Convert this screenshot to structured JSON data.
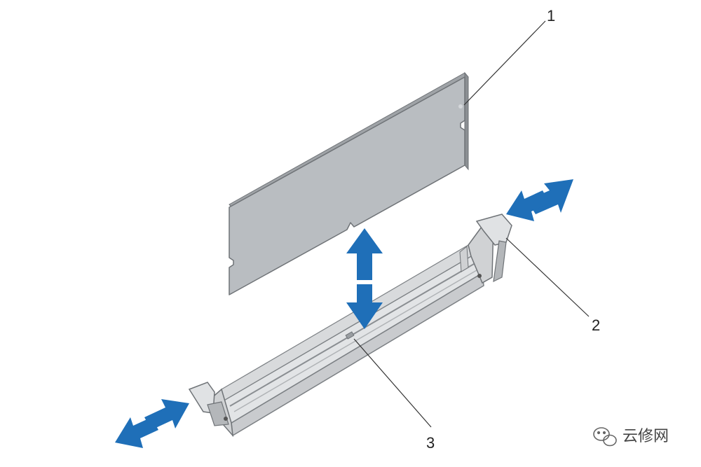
{
  "diagram": {
    "callouts": [
      {
        "number": "1",
        "target": "memory-module"
      },
      {
        "number": "2",
        "target": "socket-ejector"
      },
      {
        "number": "3",
        "target": "alignment-key"
      }
    ]
  },
  "watermark": {
    "text": "云修网",
    "icon": "wechat-icon"
  },
  "colors": {
    "arrow": "#1f6fb8",
    "module_fill": "#b9bdc1",
    "module_edge": "#6f7377",
    "socket_fill": "#d6d8da",
    "socket_edge": "#7c8084"
  }
}
